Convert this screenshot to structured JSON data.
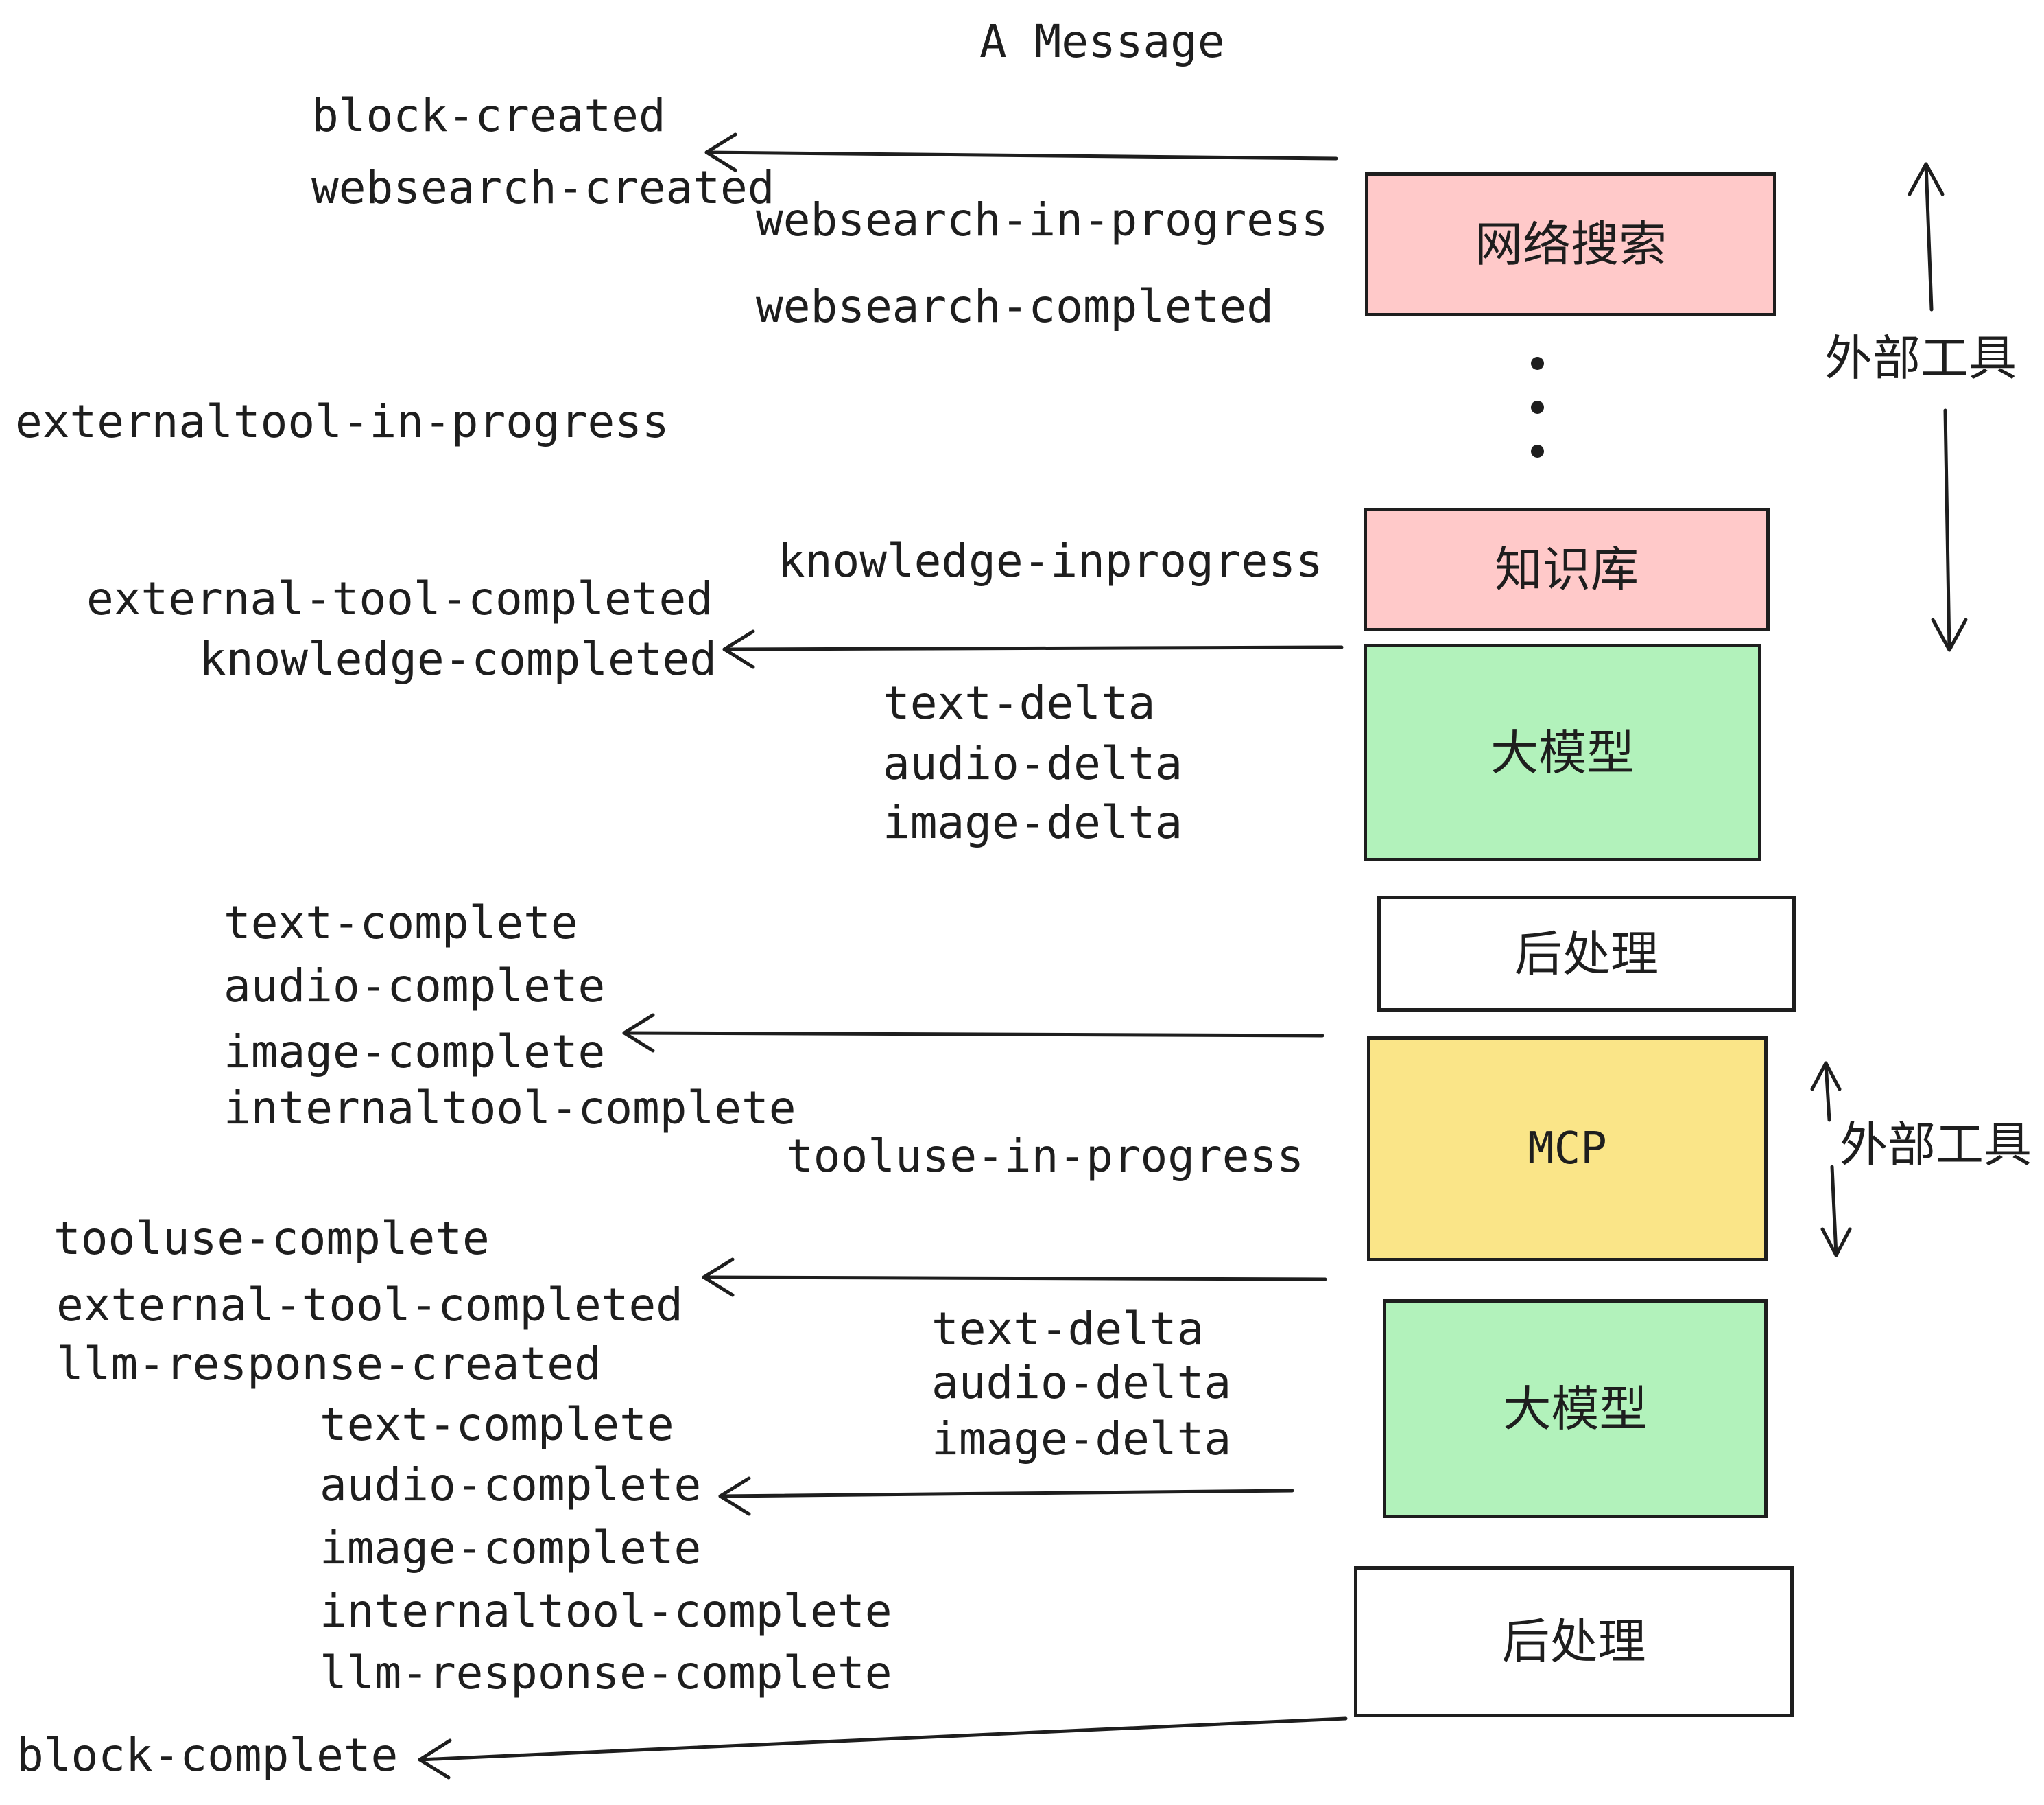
{
  "title": "A Message",
  "colors": {
    "pink": "#ffc9c9",
    "green": "#b2f2bb",
    "yellow": "#fae588",
    "white": "#ffffff",
    "stroke": "#1e1e1e"
  },
  "boxes": [
    {
      "id": "websearch",
      "label": "网络搜索",
      "color": "pink"
    },
    {
      "id": "knowledge",
      "label": "知识库",
      "color": "pink"
    },
    {
      "id": "llm-1",
      "label": "大模型",
      "color": "green"
    },
    {
      "id": "postprocess-1",
      "label": "后处理",
      "color": "white"
    },
    {
      "id": "mcp",
      "label": "MCP",
      "color": "yellow"
    },
    {
      "id": "llm-2",
      "label": "大模型",
      "color": "green"
    },
    {
      "id": "postprocess-2",
      "label": "后处理",
      "color": "white"
    }
  ],
  "side_labels": [
    {
      "id": "external-tools-top",
      "text": "外部工具"
    },
    {
      "id": "external-tools-bottom",
      "text": "外部工具"
    }
  ],
  "events": [
    {
      "id": "block-created",
      "text": "block-created"
    },
    {
      "id": "websearch-created",
      "text": "websearch-created"
    },
    {
      "id": "websearch-in-progress",
      "text": "websearch-in-progress"
    },
    {
      "id": "websearch-completed",
      "text": "websearch-completed"
    },
    {
      "id": "externaltool-in-progress",
      "text": "externaltool-in-progress"
    },
    {
      "id": "knowledge-inprogress",
      "text": "knowledge-inprogress"
    },
    {
      "id": "external-tool-completed-1",
      "text": "external-tool-completed"
    },
    {
      "id": "knowledge-completed",
      "text": "knowledge-completed"
    },
    {
      "id": "text-delta-1",
      "text": "text-delta"
    },
    {
      "id": "audio-delta-1",
      "text": "audio-delta"
    },
    {
      "id": "image-delta-1",
      "text": "image-delta"
    },
    {
      "id": "text-complete-1",
      "text": "text-complete"
    },
    {
      "id": "audio-complete-1",
      "text": "audio-complete"
    },
    {
      "id": "image-complete-1",
      "text": "image-complete"
    },
    {
      "id": "internaltool-complete-1",
      "text": "internaltool-complete"
    },
    {
      "id": "tooluse-in-progress",
      "text": "tooluse-in-progress"
    },
    {
      "id": "tooluse-complete",
      "text": "tooluse-complete"
    },
    {
      "id": "external-tool-completed-2",
      "text": "external-tool-completed"
    },
    {
      "id": "llm-response-created",
      "text": "llm-response-created"
    },
    {
      "id": "text-delta-2",
      "text": "text-delta"
    },
    {
      "id": "audio-delta-2",
      "text": "audio-delta"
    },
    {
      "id": "image-delta-2",
      "text": "image-delta"
    },
    {
      "id": "text-complete-2",
      "text": "text-complete"
    },
    {
      "id": "audio-complete-2",
      "text": "audio-complete"
    },
    {
      "id": "image-complete-2",
      "text": "image-complete"
    },
    {
      "id": "internaltool-complete-2",
      "text": "internaltool-complete"
    },
    {
      "id": "llm-response-complete",
      "text": "llm-response-complete"
    },
    {
      "id": "block-complete",
      "text": "block-complete"
    }
  ]
}
